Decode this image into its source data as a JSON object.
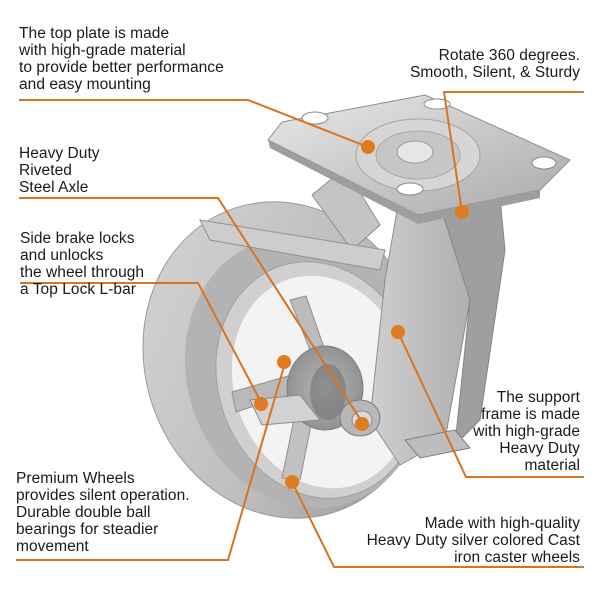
{
  "infographic": {
    "subject": "Heavy duty swivel caster wheel with side brake",
    "accent_color": "#d9731f",
    "callouts": {
      "top_plate": {
        "lines": [
          "The top plate is made",
          "with high-grade material",
          "to provide better performance",
          "and easy mounting"
        ]
      },
      "rotate": {
        "lines": [
          "Rotate 360 degrees.",
          "Smooth, Silent, & Sturdy"
        ]
      },
      "axle": {
        "lines": [
          "Heavy Duty",
          "Riveted",
          "Steel Axle"
        ]
      },
      "brake": {
        "lines": [
          "Side brake locks",
          "and unlocks",
          "the wheel through",
          "a Top Lock L-bar"
        ]
      },
      "support": {
        "lines": [
          "The support",
          "frame is made",
          "with high-grade",
          "Heavy Duty",
          "material"
        ]
      },
      "wheels": {
        "lines": [
          "Premium Wheels",
          "provides silent operation.",
          "Durable double ball",
          "bearings for steadier",
          "movement"
        ]
      },
      "cast": {
        "lines": [
          "Made with high-quality",
          "Heavy Duty silver colored Cast",
          "iron caster wheels"
        ]
      }
    }
  }
}
